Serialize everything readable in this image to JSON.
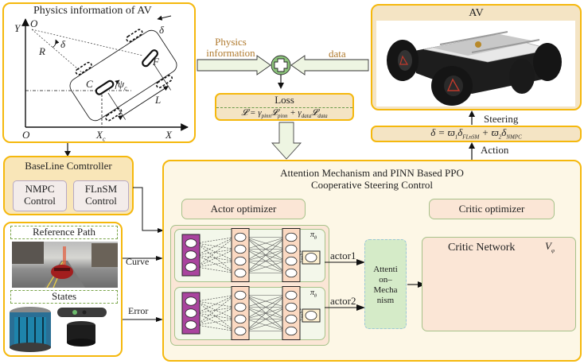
{
  "physics_panel": {
    "title": "Physics information of AV",
    "labels": {
      "origin_top": "O",
      "y_axis": "Y",
      "x_axis": "X",
      "origin": "O",
      "xc": "X",
      "xc_sub": "c",
      "radius": "R",
      "delta_left": "δ",
      "delta_right": "δ",
      "front": "F",
      "center": "C",
      "psi": "ψ",
      "psi_sub": "c",
      "length": "L"
    }
  },
  "fusion": {
    "physics_label_line1": "Physics",
    "physics_label_line2": "information",
    "data_label": "data"
  },
  "loss": {
    "title": "Loss",
    "formula": "𝓛 = γ_pinn 𝓛_pinn + γ_data 𝓛_data",
    "parts": {
      "lhs": "𝓛 = ",
      "g1": "γ",
      "g1_sub": "pinn",
      "l1": "𝓛",
      "l1_sub": "pinn",
      "plus": " + ",
      "g2": "γ",
      "g2_sub": "data",
      "l2": "𝓛",
      "l2_sub": "data"
    }
  },
  "av_panel": {
    "title": "AV",
    "image_alt": "four-wheeled robotic vehicle"
  },
  "steering": {
    "steering_label": "Steering",
    "action_label": "Action",
    "formula_parts": {
      "lhs": "δ = ",
      "w1": "ϖ",
      "w1_sub": "1",
      "d1": "δ",
      "d1_sub": "FLnSM",
      "plus": " + ",
      "w2": "ϖ",
      "w2_sub": "2",
      "d2": "δ",
      "d2_sub": "NMPC"
    }
  },
  "baseline": {
    "title": "BaseLine Comtroller",
    "boxes": [
      {
        "line1": "NMPC",
        "line2": "Control"
      },
      {
        "line1": "FLnSM",
        "line2": "Control"
      }
    ]
  },
  "inputs": {
    "reference_path": "Reference Path",
    "states": "States",
    "curve_label": "Curve",
    "error_label": "Error"
  },
  "main": {
    "title_line1": "Attention Mechanism and PINN Based PPO",
    "title_line2": "Cooperative Steering Control",
    "actor_optimizer": "Actor optimizer",
    "critic_optimizer": "Critic optimizer",
    "policy_label": "π",
    "policy_sub": "θ",
    "actor1": "actor1",
    "actor2": "actor2",
    "attention": [
      "Attenti",
      "on–",
      "Mecha",
      "nism"
    ],
    "critic_network": "Critic Network",
    "value_label": "V",
    "value_sub": "φ"
  },
  "colors": {
    "panel_border": "#f5b80d",
    "panel_fill": "#fdf7e6",
    "tan_fill": "#f4e4c4",
    "peach_fill": "#fbe6d6",
    "green_fill": "#eef5e2",
    "attention_fill": "#d5ebc8",
    "input_layer": "#a9449e",
    "plus_circle": "#8cc47b",
    "text_accent": "#b07a2e"
  }
}
